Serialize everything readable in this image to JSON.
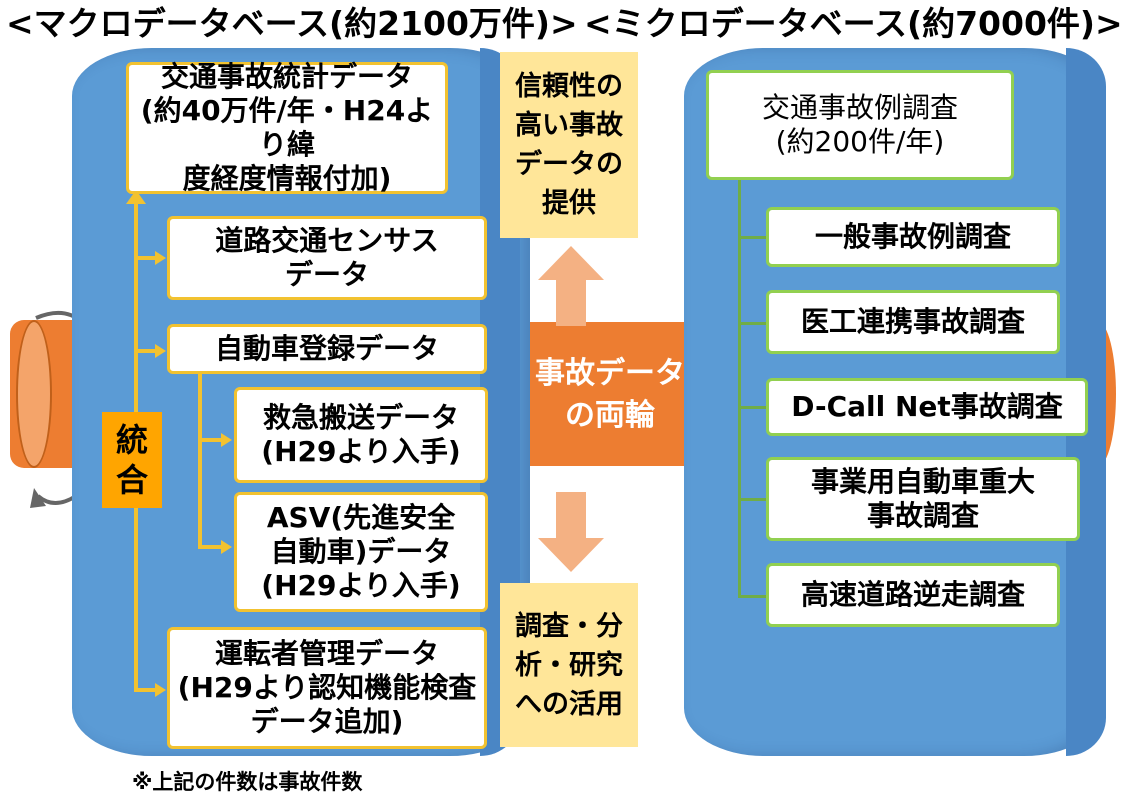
{
  "titles": {
    "macro": "<マクロデータベース(約2100万件)>",
    "micro": "<ミクロデータベース(約7000件)>"
  },
  "macro_boxes": [
    [
      "交通事故統計データ",
      "(約40万件/年・H24より緯",
      "度経度情報付加)"
    ],
    [
      "道路交通センサス",
      "データ"
    ],
    [
      "自動車登録データ"
    ],
    [
      "救急搬送データ",
      "(H29より入手)"
    ],
    [
      "ASV(先進安全",
      "自動車)データ",
      "(H29より入手)"
    ],
    [
      "運転者管理データ",
      "(H29より認知機能検査",
      "データ追加)"
    ]
  ],
  "integrate_label": [
    "統",
    "合"
  ],
  "micro_boxes": [
    [
      "交通事故例調査",
      "(約200件/年)"
    ],
    [
      "一般事故例調査"
    ],
    [
      "医工連携事故調査"
    ],
    [
      "D-Call Net事故調査"
    ],
    [
      "事業用自動車重大",
      "事故調査"
    ],
    [
      "高速道路逆走調査"
    ]
  ],
  "axle_label": [
    "事故データ",
    "の両輪"
  ],
  "top_box": [
    "信頼性の",
    "高い事故",
    "データの",
    "提供"
  ],
  "bottom_box": [
    "調査・分",
    "析・研究",
    "への活用"
  ],
  "footnote": "※上記の件数は事故件数",
  "colors": {
    "wheel": "#5b9bd5",
    "axle": "#ed7d31",
    "macro_border": "#f2c230",
    "micro_border": "#92d050",
    "integrate_bg": "#ffa500",
    "side_box_bg": "#ffe699"
  }
}
